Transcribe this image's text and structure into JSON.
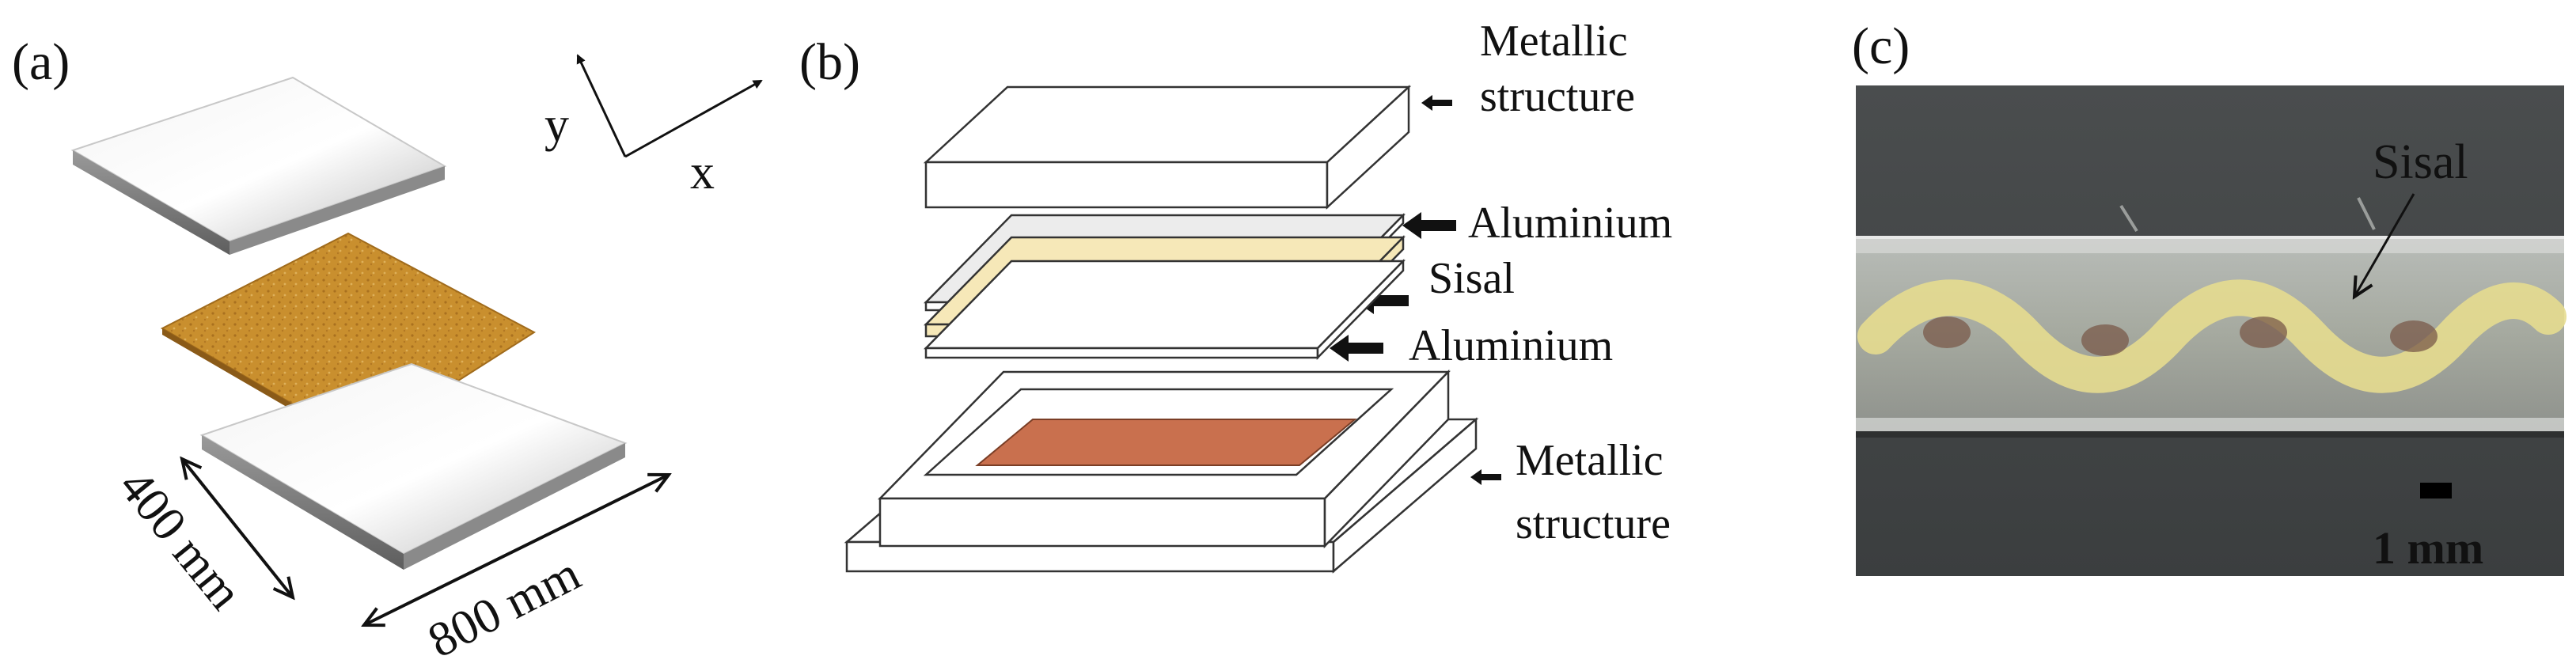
{
  "panels": {
    "a": {
      "label": "(a)",
      "dim_width": "400 mm",
      "dim_length": "800 mm",
      "axis_x": "x",
      "axis_y": "y",
      "colors": {
        "aluminium": "#d9d9d9",
        "sisal": "#c98f2e"
      }
    },
    "b": {
      "label": "(b)",
      "top_structure": [
        "Metallic",
        "structure"
      ],
      "layer_aluminium_top": "Aluminium",
      "layer_sisal": "Sisal",
      "layer_aluminium_bottom": "Aluminium",
      "bottom_structure": [
        "Metallic",
        "structure"
      ],
      "colors": {
        "sisal": "#f6e8b8",
        "mold": "#c9704e"
      }
    },
    "c": {
      "label": "(c)",
      "fiber_label": "Sisal",
      "scale_label": "1 mm"
    }
  }
}
